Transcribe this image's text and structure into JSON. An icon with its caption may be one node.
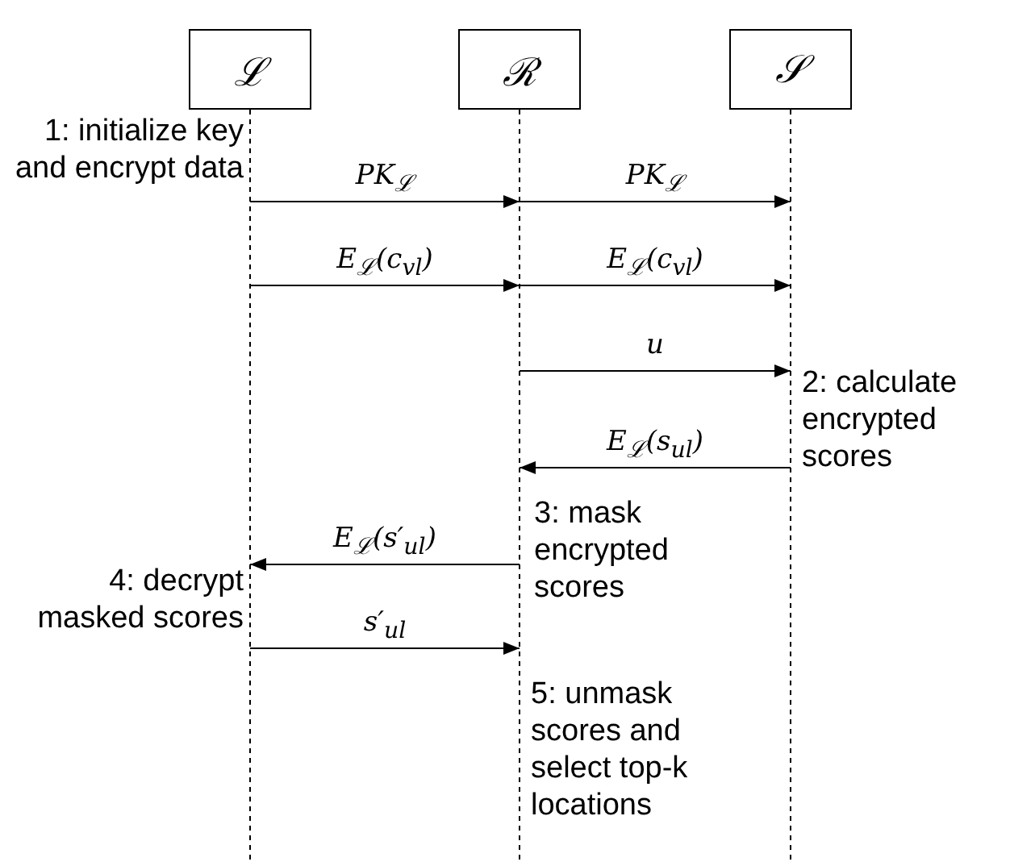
{
  "diagram": {
    "nodes": [
      {
        "text": [
          "ℒ"
        ]
      },
      {
        "text": [
          "ℛ"
        ]
      },
      {
        "text": [
          "𝒮"
        ]
      }
    ],
    "edges": [
      {
        "from": 0,
        "to": 1,
        "arrow": "to",
        "label": "PK$_{ℒ}$"
      },
      {
        "from": 1,
        "to": 2,
        "arrow": "to",
        "label": "PK$_{ℒ}$"
      },
      {
        "from": 0,
        "to": 1,
        "arrow": "to",
        "label": "E$_{ℒ}$(c$_{vl}$)"
      },
      {
        "from": 1,
        "to": 2,
        "arrow": "to",
        "label": "E$_{ℒ}$(c$_{vl}$)"
      },
      {
        "from": 1,
        "to": 2,
        "arrow": "to",
        "label": "u"
      },
      {
        "from": 2,
        "to": 1,
        "arrow": "to",
        "label": "E$_{ℒ}$(s$_{ul}$)"
      },
      {
        "from": 1,
        "to": 0,
        "arrow": "to",
        "label": "E$_{ℒ}$(s′$_{ul}$)"
      },
      {
        "from": 0,
        "to": 1,
        "arrow": "to",
        "label": "s′$_{ul}$"
      }
    ],
    "labels": [
      "1: initialize key and encrypt data",
      "2: calculate encrypted scores",
      "3: mask encrypted scores",
      "4: decrypt masked scores",
      "5: unmask scores and select top-k locations"
    ]
  }
}
